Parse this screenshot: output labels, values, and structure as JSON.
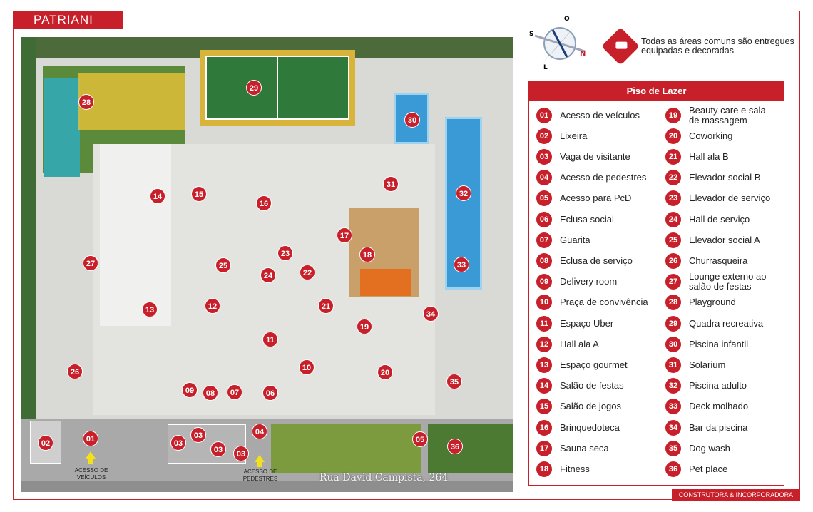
{
  "brand": "PATRIANI",
  "brand_tagline": "CONSTRUTORA & INCORPORADORA",
  "compass": {
    "n": "N",
    "s": "S",
    "l": "L",
    "o": "O"
  },
  "note": "Todas as áreas comuns são entregues equipadas e decoradas",
  "note_icon": "sofa-icon",
  "legend": {
    "title": "Piso de Lazer",
    "items": [
      {
        "num": "01",
        "label": "Acesso de veículos"
      },
      {
        "num": "02",
        "label": "Lixeira"
      },
      {
        "num": "03",
        "label": "Vaga de visitante"
      },
      {
        "num": "04",
        "label": "Acesso de pedestres"
      },
      {
        "num": "05",
        "label": "Acesso para PcD"
      },
      {
        "num": "06",
        "label": "Eclusa social"
      },
      {
        "num": "07",
        "label": "Guarita"
      },
      {
        "num": "08",
        "label": "Eclusa de serviço"
      },
      {
        "num": "09",
        "label": "Delivery room"
      },
      {
        "num": "10",
        "label": "Praça de convivência"
      },
      {
        "num": "11",
        "label": "Espaço Uber"
      },
      {
        "num": "12",
        "label": "Hall ala A"
      },
      {
        "num": "13",
        "label": "Espaço gourmet"
      },
      {
        "num": "14",
        "label": "Salão de festas"
      },
      {
        "num": "15",
        "label": "Salão de jogos"
      },
      {
        "num": "16",
        "label": "Brinquedoteca"
      },
      {
        "num": "17",
        "label": "Sauna seca"
      },
      {
        "num": "18",
        "label": "Fitness"
      },
      {
        "num": "19",
        "label": "Beauty care e sala de massagem"
      },
      {
        "num": "20",
        "label": "Coworking"
      },
      {
        "num": "21",
        "label": "Hall ala B"
      },
      {
        "num": "22",
        "label": "Elevador social B"
      },
      {
        "num": "23",
        "label": "Elevador de serviço"
      },
      {
        "num": "24",
        "label": "Hall de serviço"
      },
      {
        "num": "25",
        "label": "Elevador social A"
      },
      {
        "num": "26",
        "label": "Churrasqueira"
      },
      {
        "num": "27",
        "label": "Lounge externo ao salão de festas"
      },
      {
        "num": "28",
        "label": "Playground"
      },
      {
        "num": "29",
        "label": "Quadra recreativa"
      },
      {
        "num": "30",
        "label": "Piscina infantil"
      },
      {
        "num": "31",
        "label": "Solarium"
      },
      {
        "num": "32",
        "label": "Piscina adulto"
      },
      {
        "num": "33",
        "label": "Deck molhado"
      },
      {
        "num": "34",
        "label": "Bar da piscina"
      },
      {
        "num": "35",
        "label": "Dog wash"
      },
      {
        "num": "36",
        "label": "Pet place"
      }
    ]
  },
  "map": {
    "markers": [
      "01",
      "02",
      "03",
      "03",
      "03",
      "03",
      "04",
      "05",
      "06",
      "07",
      "08",
      "09",
      "10",
      "11",
      "12",
      "13",
      "14",
      "15",
      "16",
      "17",
      "18",
      "19",
      "20",
      "21",
      "22",
      "23",
      "24",
      "25",
      "26",
      "27",
      "28",
      "29",
      "30",
      "31",
      "32",
      "33",
      "34",
      "35",
      "36"
    ],
    "vehicle_access": "ACESSO DE VEÍCULOS",
    "pedestrian_access": "ACESSO DE PEDESTRES",
    "street": "Rua David Campista, 264"
  },
  "colors": {
    "brand_red": "#c8202a",
    "pool": "#3a9ad6",
    "grass": "#3f6b35",
    "court": "#2f7a3a"
  }
}
